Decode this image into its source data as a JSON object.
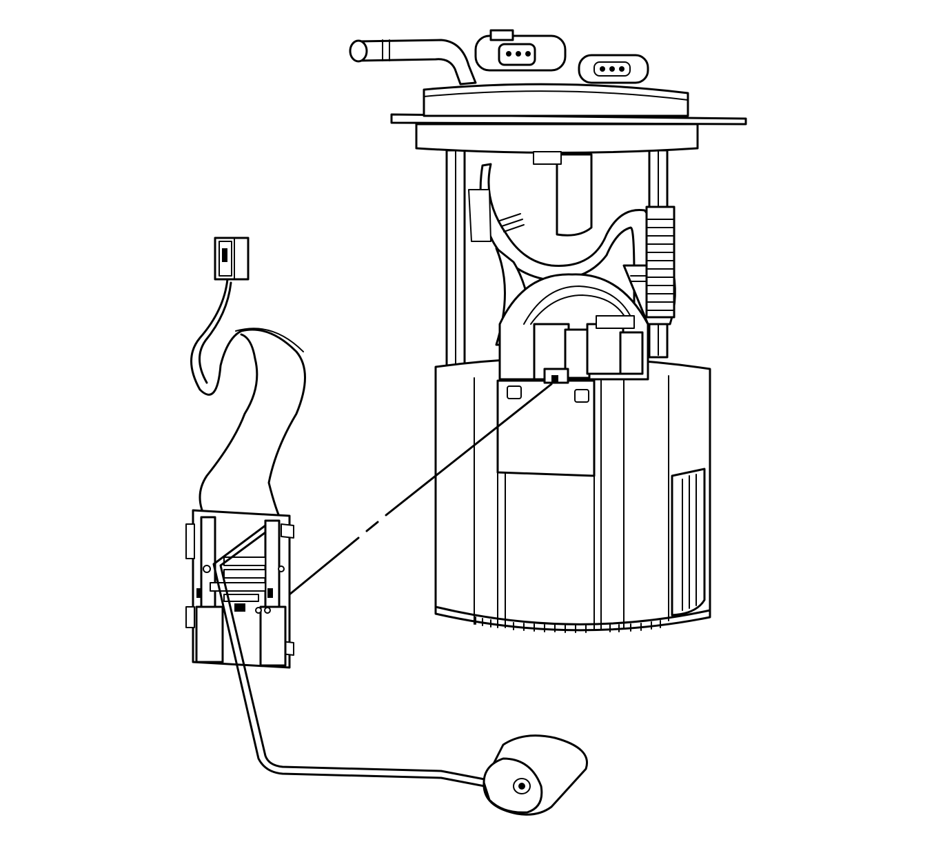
{
  "figure": {
    "description_text": "",
    "colors": {
      "line": "#000000",
      "background": "#ffffff"
    },
    "components": [
      {
        "key": "pump_module",
        "icon": "fuel-pump-module-icon"
      },
      {
        "key": "level_sender",
        "icon": "fuel-level-sender-icon"
      },
      {
        "key": "float_arm",
        "icon": "float-arm-icon"
      },
      {
        "key": "float",
        "icon": "float-icon"
      },
      {
        "key": "harness",
        "icon": "wiring-harness-icon"
      },
      {
        "key": "connector",
        "icon": "electrical-connector-icon"
      }
    ]
  }
}
